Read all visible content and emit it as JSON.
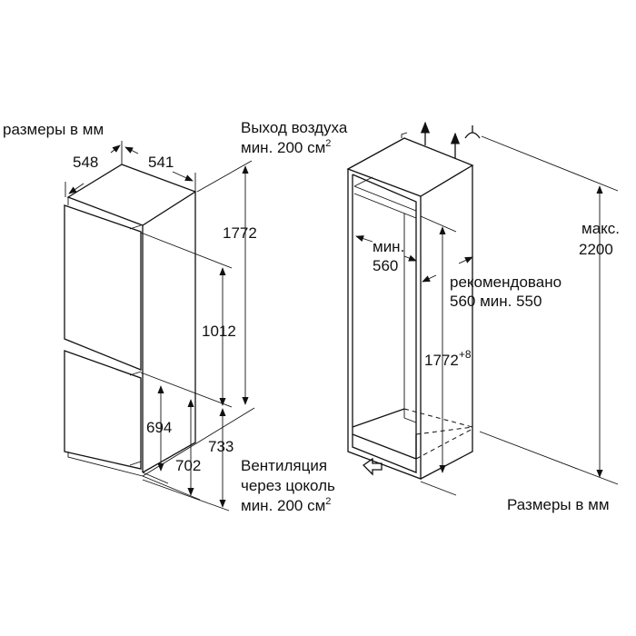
{
  "left": {
    "units_label": "размеры в мм",
    "depth": "548",
    "width": "541",
    "height": "1772",
    "upper_height": "1012",
    "dim_694": "694",
    "dim_702": "702",
    "dim_733": "733"
  },
  "air_outlet": {
    "line1": "Выход воздуха",
    "line2": "мин. 200 см",
    "sup": "2"
  },
  "ventilation": {
    "line1": "Вентиляция",
    "line2": "через цоколь",
    "line3": "мин. 200 см",
    "sup": "2"
  },
  "right": {
    "min_label": "мин.",
    "min_value": "560",
    "recommended_line1": "рекомендовано",
    "recommended_line2": "560 мин. 550",
    "niche_height": "1772",
    "niche_tolerance": "+8",
    "max_label": "макс.",
    "max_value": "2200",
    "units_label": "Размеры в мм"
  }
}
